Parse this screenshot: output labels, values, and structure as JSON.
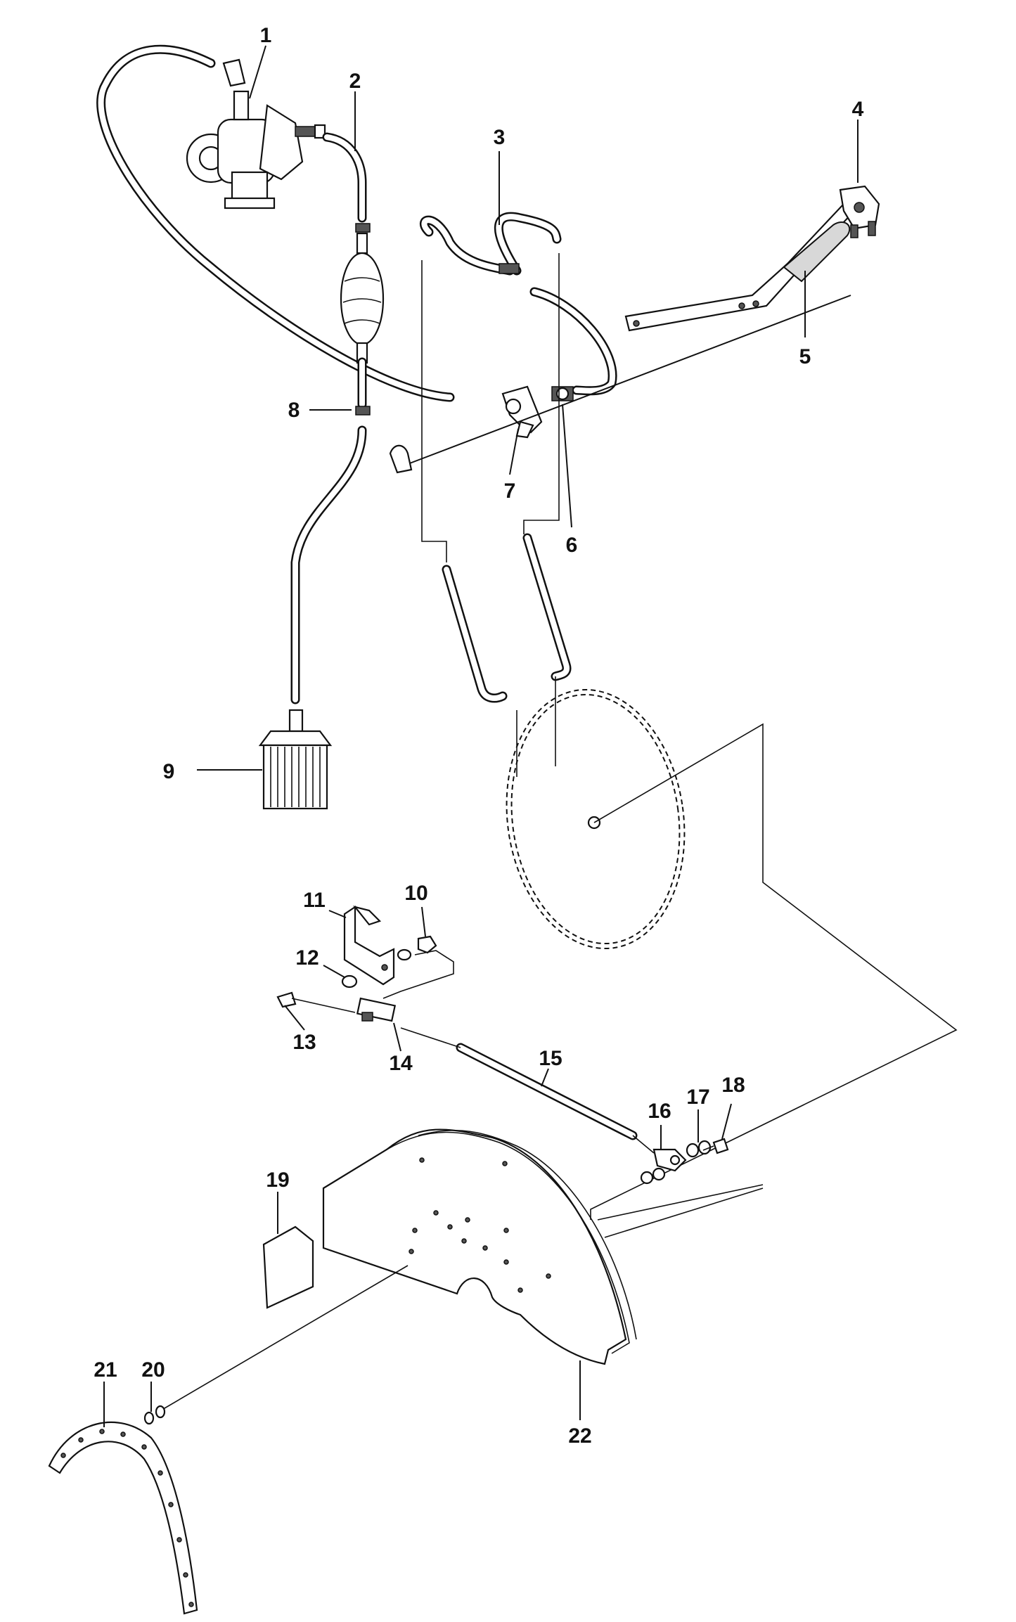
{
  "labels": {
    "p1": "1",
    "p2": "2",
    "p3": "3",
    "p4": "4",
    "p5": "5",
    "p6": "6",
    "p7": "7",
    "p8": "8",
    "p9": "9",
    "p10": "10",
    "p11": "11",
    "p12": "12",
    "p13": "13",
    "p14": "14",
    "p15": "15",
    "p16": "16",
    "p17": "17",
    "p18": "18",
    "p19": "19",
    "p20": "20",
    "p21": "21",
    "p22": "22"
  }
}
